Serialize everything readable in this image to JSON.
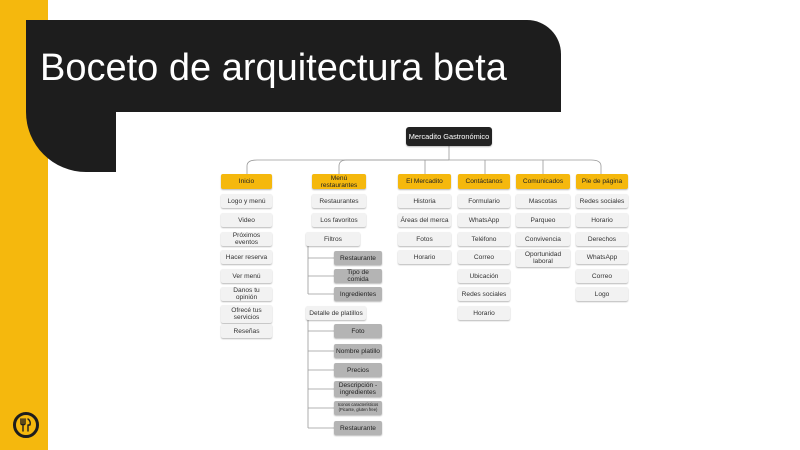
{
  "title": "Boceto de arquitectura beta",
  "root": "Mercadito Gastronómico",
  "columns": [
    {
      "title": "Inicio",
      "items": [
        "Logo y menú",
        "Video",
        "Próximos eventos",
        "Hacer reserva",
        "Ver menú",
        "Danos tu opinión",
        "Ofrecé tus servicios",
        "Reseñas"
      ]
    },
    {
      "title": "Menú restaurantes",
      "items": [
        "Restaurantes",
        "Los favoritos",
        "Filtros",
        "Detalle de platillos"
      ],
      "filtros": [
        "Restaurante",
        "Tipo de comida",
        "Ingredientes"
      ],
      "detalle": [
        "Foto",
        "Nombre platillo",
        "Precios",
        "Descripción - ingredientes",
        "Iconos característicos (Picante, gluten free)",
        "Restaurante"
      ]
    },
    {
      "title": "El Mercadito",
      "items": [
        "Historia",
        "Áreas del merca",
        "Fotos",
        "Horario"
      ]
    },
    {
      "title": "Contáctanos",
      "items": [
        "Formulario",
        "WhatsApp",
        "Teléfono",
        "Correo",
        "Ubicación",
        "Redes sociales",
        "Horario"
      ]
    },
    {
      "title": "Comunicados",
      "items": [
        "Mascotas",
        "Parqueo",
        "Convivencia",
        "Oportunidad laboral"
      ]
    },
    {
      "title": "Pie de página",
      "items": [
        "Redes sociales",
        "Horario",
        "Derechos",
        "WhatsApp",
        "Correo",
        "Logo"
      ]
    }
  ],
  "colors": {
    "accent": "#f5b80d",
    "dark": "#1d1d1d",
    "box": "#f2f2f2",
    "subbox": "#b4b4b4"
  },
  "icons": {
    "logo": "brand-logo-icon"
  }
}
